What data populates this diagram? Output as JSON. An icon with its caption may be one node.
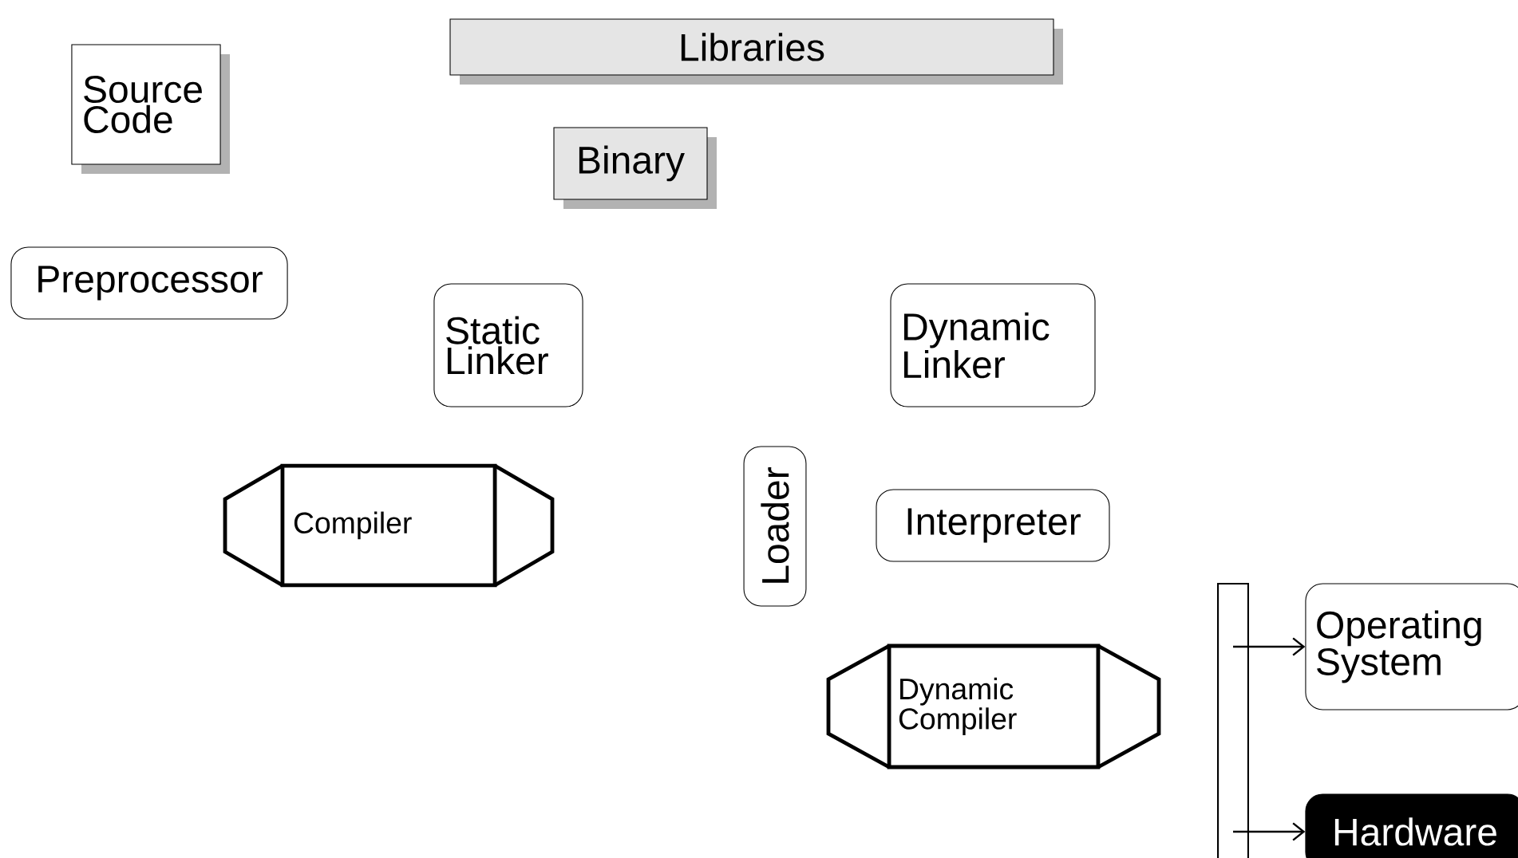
{
  "diagram": {
    "nodes": [
      {
        "text": [
          "Source Code"
        ]
      },
      {
        "text": [
          "Libraries"
        ]
      },
      {
        "text": [
          "Binary"
        ]
      },
      {
        "text": [
          "Preprocessor"
        ]
      },
      {
        "text": [
          "Static Linker"
        ]
      },
      {
        "text": [
          "Dynamic Linker"
        ]
      },
      {
        "text": [
          "Compiler"
        ]
      },
      {
        "text": [
          "Loader"
        ]
      },
      {
        "text": [
          "Interpreter"
        ]
      },
      {
        "text": [
          "Dynamic Compiler"
        ]
      },
      {
        "text": [],
        "shape": "bar"
      },
      {
        "text": [
          "Operating System"
        ]
      },
      {
        "text": [
          "Hardware"
        ]
      }
    ],
    "edges": [
      {
        "from": 10,
        "to": 11,
        "arrow": "to"
      },
      {
        "from": 10,
        "to": 12,
        "arrow": "to"
      }
    ]
  }
}
